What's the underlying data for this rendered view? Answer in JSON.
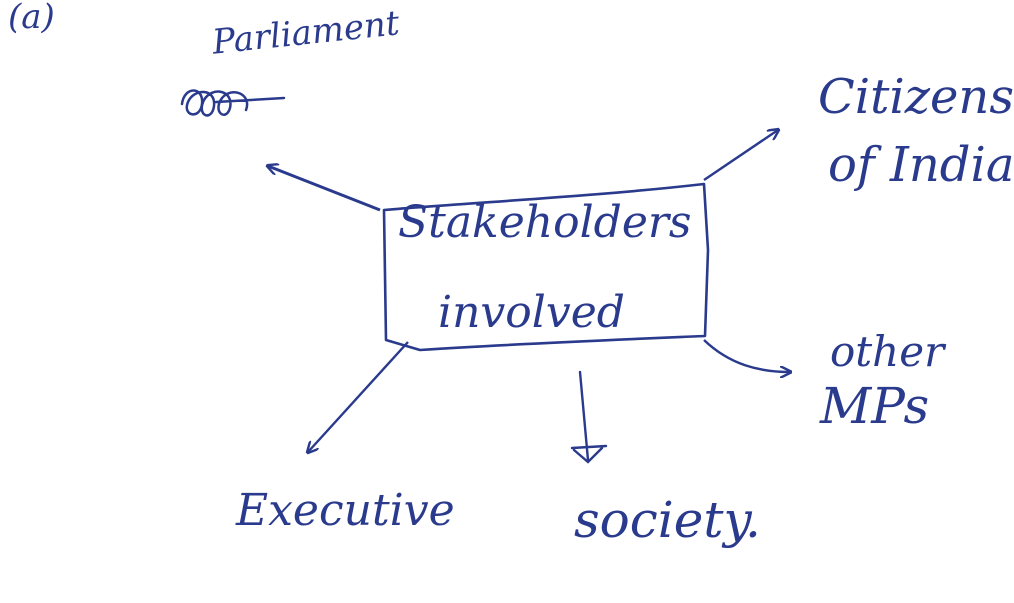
{
  "part_label": "(a)",
  "center": {
    "line1": "Stakeholders",
    "line2": "involved"
  },
  "nodes": {
    "parliament": "Parliament",
    "citizens_line1": "Citizens",
    "citizens_line2": "of India",
    "other_mps_line1": "other",
    "other_mps_line2": "MPs",
    "executive": "Executive",
    "society": "society."
  },
  "colors": {
    "ink": "#2a3a8c",
    "background": "#ffffff"
  }
}
